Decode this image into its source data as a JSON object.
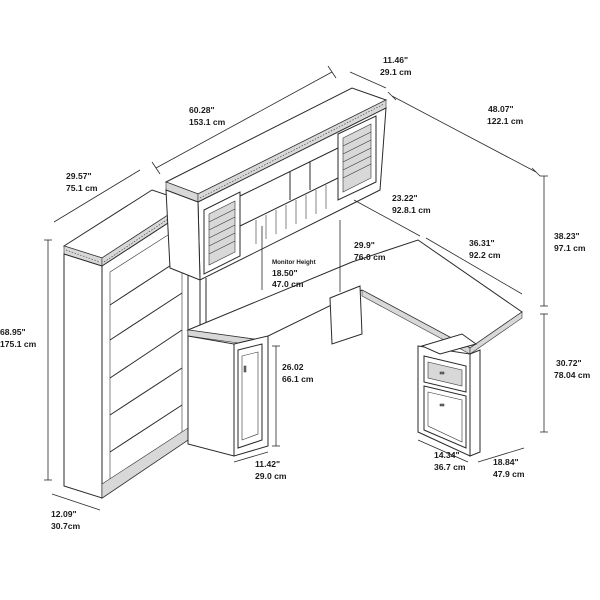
{
  "dimensions": {
    "hutch_depth": {
      "in": "11.46\"",
      "cm": "29.1 cm"
    },
    "hutch_width": {
      "in": "60.28\"",
      "cm": "153.1 cm"
    },
    "return_length": {
      "in": "48.07\"",
      "cm": "122.1 cm"
    },
    "bookcase_width": {
      "in": "29.57\"",
      "cm": "75.1 cm"
    },
    "hutch_height": {
      "in": "38.23\"",
      "cm": "97.1 cm"
    },
    "desk_depth_inner": {
      "in": "23.22\"",
      "cm": "92.8.1 cm"
    },
    "return_inner": {
      "in": "36.31\"",
      "cm": "92.2 cm"
    },
    "desk_height": {
      "in": "29.9\"",
      "cm": "76.0 cm"
    },
    "monitor_height": {
      "label": "Monitor Height",
      "in": "18.50\"",
      "cm": "47.0 cm"
    },
    "bookcase_height": {
      "in": "68.95\"",
      "cm": "175.1 cm"
    },
    "cabinet_height": {
      "in": "26.02",
      "cm": "66.1 cm"
    },
    "desk_total_height": {
      "in": "30.72\"",
      "cm": "78.04 cm"
    },
    "cabinet_width": {
      "in": "11.42\"",
      "cm": "29.0 cm"
    },
    "drawer_width": {
      "in": "14.34\"",
      "cm": "36.7 cm"
    },
    "return_depth": {
      "in": "18.84\"",
      "cm": "47.9 cm"
    },
    "bookcase_depth": {
      "in": "12.09\"",
      "cm": "30.7cm"
    }
  }
}
